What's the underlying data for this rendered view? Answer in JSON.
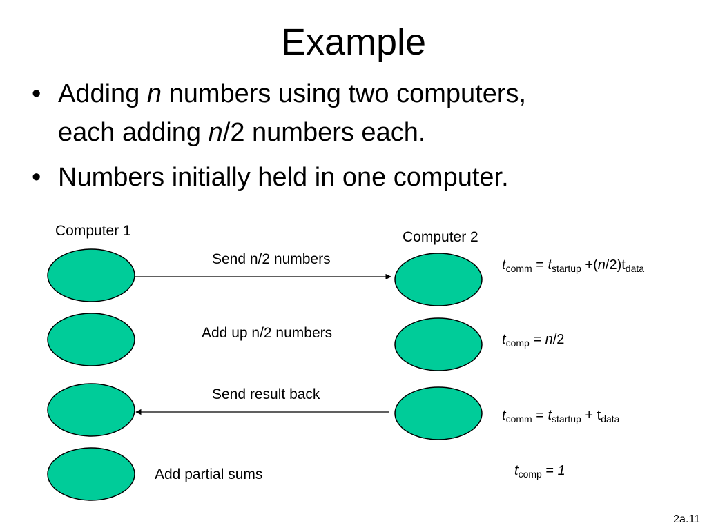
{
  "title": "Example",
  "bullets": [
    {
      "lines": [
        {
          "parts": [
            {
              "t": "Adding "
            },
            {
              "t": "n",
              "i": true
            },
            {
              "t": " numbers using two computers,"
            }
          ]
        },
        {
          "parts": [
            {
              "t": "each adding "
            },
            {
              "t": "n",
              "i": true
            },
            {
              "t": "/2 numbers each."
            }
          ]
        }
      ]
    },
    {
      "lines": [
        {
          "parts": [
            {
              "t": "Numbers initially held in one computer."
            }
          ]
        }
      ]
    }
  ],
  "bullet_char": "•",
  "diagram": {
    "computer1_label": "Computer 1",
    "computer2_label": "Computer 2",
    "steps": [
      {
        "label": "Send n/2 numbers"
      },
      {
        "label": "Add up n/2 numbers"
      },
      {
        "label": "Send result back"
      },
      {
        "label": "Add partial sums"
      }
    ],
    "node_color": "#00CC99",
    "formulas": [
      {
        "parts": [
          {
            "t": "t",
            "i": true
          },
          {
            "t": "comm",
            "sub": true
          },
          {
            "t": " = "
          },
          {
            "t": "t",
            "i": true
          },
          {
            "t": "startup",
            "sub": true
          },
          {
            "t": " +("
          },
          {
            "t": "n",
            "i": true
          },
          {
            "t": "/2)t"
          },
          {
            "t": "data",
            "sub": true
          }
        ]
      },
      {
        "parts": [
          {
            "t": "t",
            "i": true
          },
          {
            "t": "comp",
            "sub": true
          },
          {
            "t": " = "
          },
          {
            "t": "n",
            "i": true
          },
          {
            "t": "/2"
          }
        ]
      },
      {
        "parts": [
          {
            "t": "t",
            "i": true
          },
          {
            "t": "comm",
            "sub": true
          },
          {
            "t": " = "
          },
          {
            "t": "t",
            "i": true
          },
          {
            "t": "startup",
            "sub": true
          },
          {
            "t": " + t"
          },
          {
            "t": "data",
            "sub": true
          }
        ]
      },
      {
        "parts": [
          {
            "t": "t",
            "i": true
          },
          {
            "t": "comp",
            "sub": true
          },
          {
            "t": " = "
          },
          {
            "t": "1",
            "i": true
          }
        ]
      }
    ]
  },
  "slide_number": "2a.11"
}
